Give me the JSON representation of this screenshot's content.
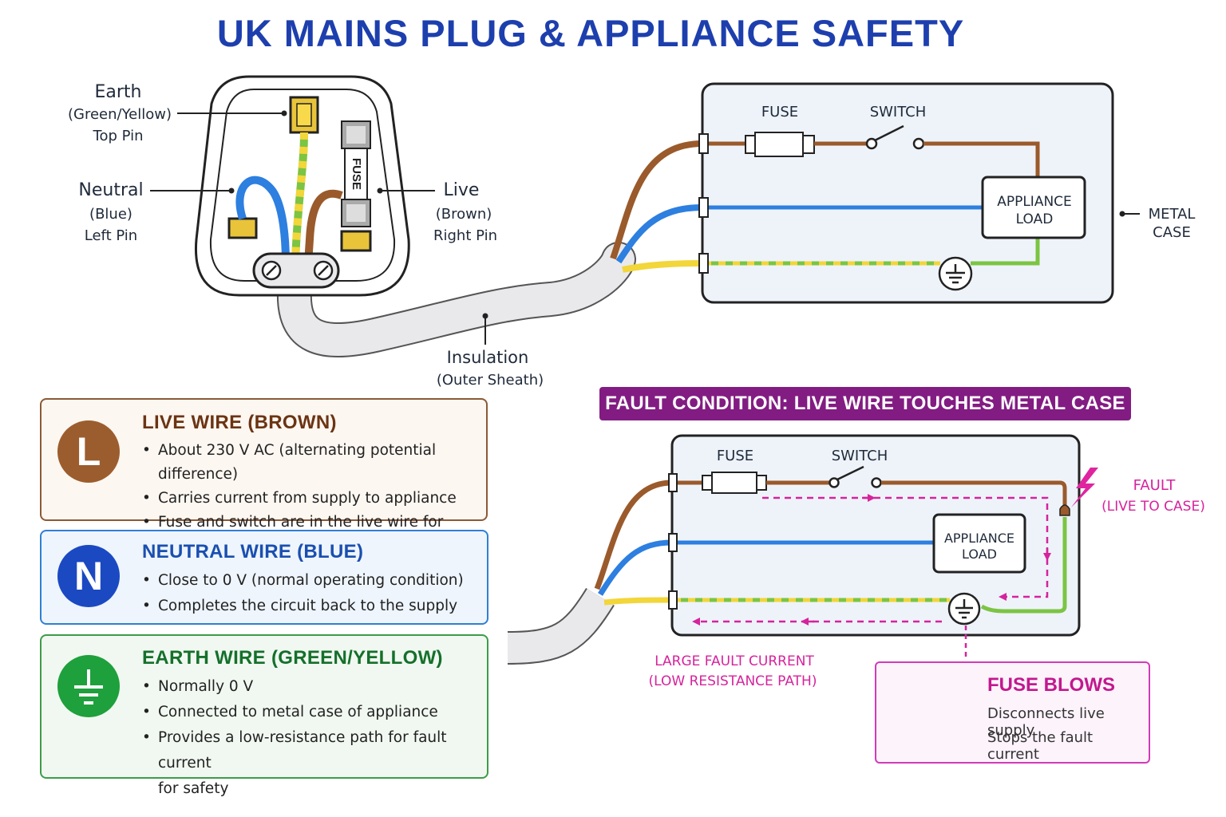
{
  "title": "UK MAINS PLUG & APPLIANCE SAFETY",
  "plug": {
    "earth_label": {
      "name": "Earth",
      "colour": "(Green/Yellow)",
      "pin": "Top Pin"
    },
    "neutral_label": {
      "name": "Neutral",
      "colour": "(Blue)",
      "pin": "Left Pin"
    },
    "live_label": {
      "name": "Live",
      "colour": "(Brown)",
      "pin": "Right Pin"
    },
    "fuse_text": "FUSE",
    "insulation_label": {
      "name": "Insulation",
      "detail": "(Outer Sheath)"
    }
  },
  "appliance": {
    "fuse_label": "FUSE",
    "switch_label": "SWITCH",
    "load_label_line1": "APPLIANCE",
    "load_label_line2": "LOAD",
    "case_label_line1": "METAL",
    "case_label_line2": "CASE"
  },
  "cards": {
    "live": {
      "badge": "L",
      "title": "LIVE WIRE (BROWN)",
      "bullets": [
        "About 230 V AC (alternating potential difference)",
        "Carries current from supply to appliance",
        "Fuse and switch are in the live wire for safety"
      ]
    },
    "neutral": {
      "badge": "N",
      "title": "NEUTRAL WIRE (BLUE)",
      "bullets": [
        "Close to 0 V (normal operating condition)",
        "Completes the circuit back to the supply"
      ]
    },
    "earth": {
      "title": "EARTH WIRE (GREEN/YELLOW)",
      "bullets": [
        "Normally 0 V",
        "Connected to metal case of appliance",
        "Provides a low-resistance path for fault current"
      ],
      "continuation": "for safety"
    }
  },
  "fault": {
    "banner": "FAULT CONDITION: LIVE WIRE TOUCHES METAL CASE",
    "fuse_label": "FUSE",
    "switch_label": "SWITCH",
    "load_label_line1": "APPLIANCE",
    "load_label_line2": "LOAD",
    "fault_label_line1": "FAULT",
    "fault_label_line2": "(LIVE TO CASE)",
    "current_label_line1": "LARGE FAULT CURRENT",
    "current_label_line2": "(LOW RESISTANCE PATH)",
    "fuse_blows": {
      "title": "FUSE BLOWS",
      "line1": "Disconnects live supply",
      "line2": "Stops the fault current"
    }
  },
  "colors": {
    "live": "#9a5a2b",
    "neutral": "#2d7fe0",
    "earth_green": "#7cc443",
    "earth_yellow": "#f2d63a",
    "fault": "#d6239c",
    "title": "#1d3fae"
  }
}
